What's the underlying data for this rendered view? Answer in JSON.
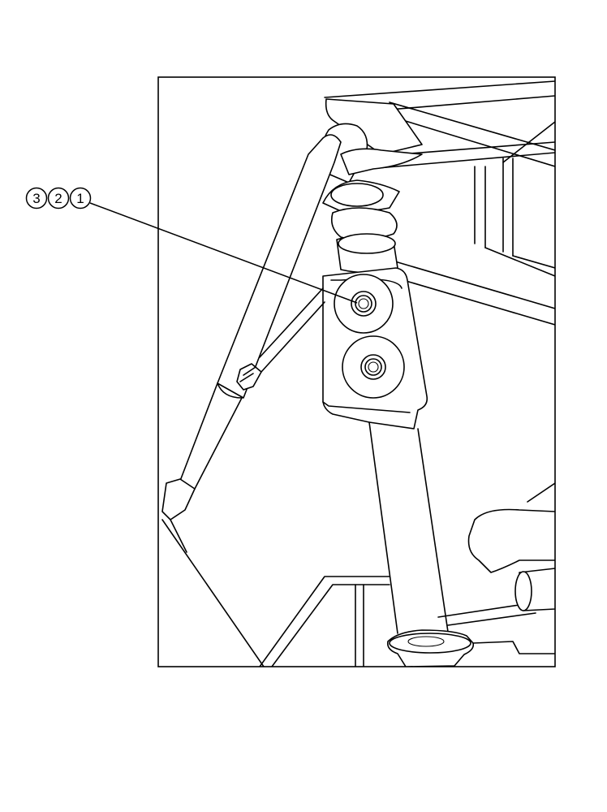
{
  "callouts": [
    {
      "number": "3"
    },
    {
      "number": "2"
    },
    {
      "number": "1"
    }
  ],
  "colors": {
    "line": "#000000",
    "background": "#ffffff"
  }
}
